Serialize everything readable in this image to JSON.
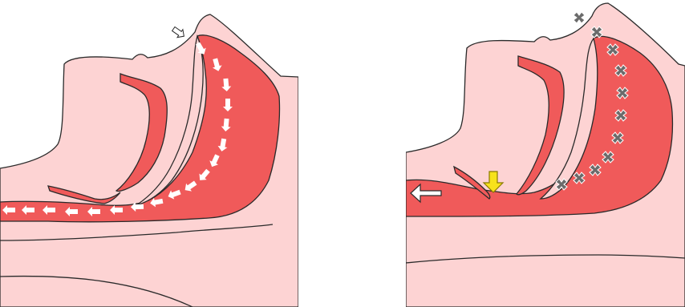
{
  "colors": {
    "skin": "#fdd3d3",
    "airway": "#f05a5a",
    "outline": "#2a2a2a",
    "airflow_arrow": "#ffffff",
    "snore_marker": "#6b6b6b",
    "obstruction_arrow": "#f7e21b",
    "obstruction_arrow_outline": "#8a7a00",
    "background": "#ffffff"
  },
  "panels": [
    {
      "id": "normal-breathing",
      "airflow": "open",
      "icons": [
        "airflow-arrow-icon"
      ]
    },
    {
      "id": "obstructed-breathing",
      "airflow": "blocked",
      "icons": [
        "exhale-arrow-icon",
        "obstruction-arrow-icon",
        "snore-vibration-icon"
      ]
    }
  ]
}
